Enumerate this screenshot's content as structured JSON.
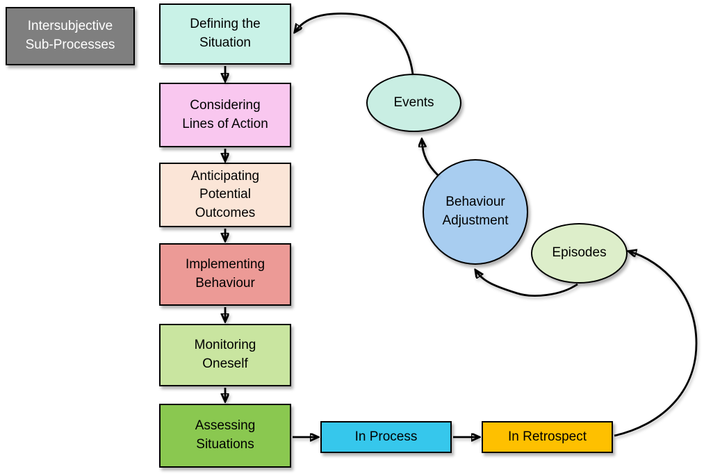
{
  "diagram": {
    "legend": {
      "label": "Intersubjective\nSub-Processes",
      "fill": "#7f7f7f",
      "text_color": "#ffffff"
    },
    "steps": [
      {
        "label": "Defining the\nSituation",
        "fill": "#c9f2e7"
      },
      {
        "label": "Considering\nLines of Action",
        "fill": "#f9c7ef"
      },
      {
        "label": "Anticipating\nPotential\nOutcomes",
        "fill": "#fbe5d7"
      },
      {
        "label": "Implementing\nBehaviour",
        "fill": "#ec9a96"
      },
      {
        "label": "Monitoring\nOneself",
        "fill": "#c9e5a0"
      },
      {
        "label": "Assessing\nSituations",
        "fill": "#8ac850"
      }
    ],
    "timing_boxes": [
      {
        "label": "In Process",
        "fill": "#36c7ec"
      },
      {
        "label": "In Retrospect",
        "fill": "#fec000"
      }
    ],
    "cycle_nodes": [
      {
        "label": "Events",
        "fill": "#c9eee3"
      },
      {
        "label": "Behaviour\nAdjustment",
        "fill": "#a8cdf0"
      },
      {
        "label": "Episodes",
        "fill": "#ddeeca"
      }
    ],
    "connector_color": "#000000"
  }
}
